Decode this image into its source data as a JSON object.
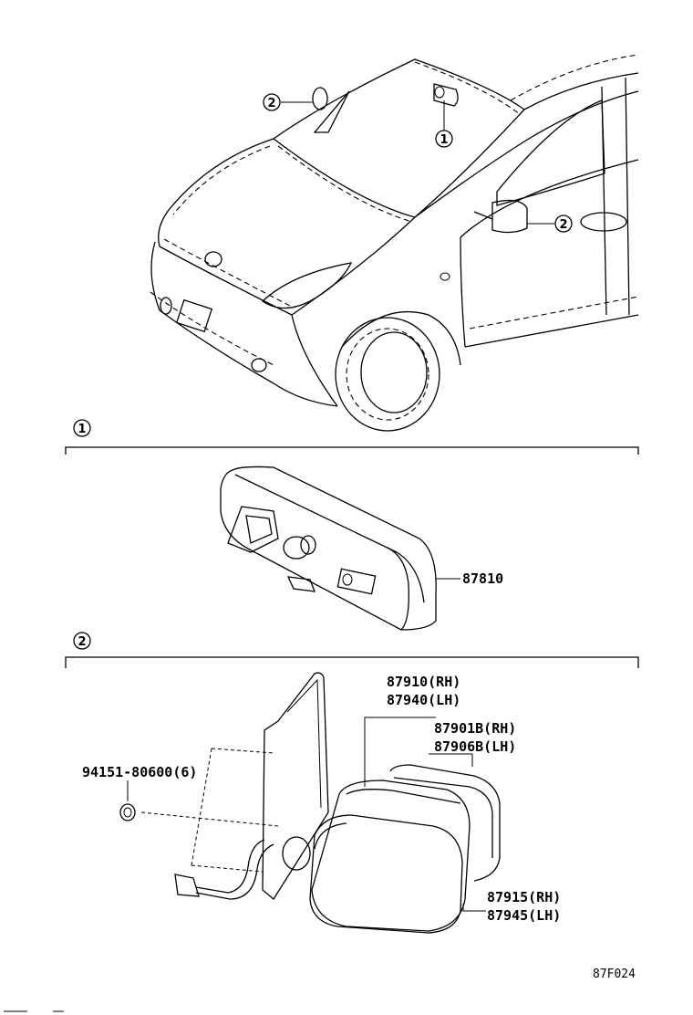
{
  "callouts": {
    "c1": "1",
    "c2": "2"
  },
  "parts": {
    "inner_mirror": "87810",
    "outer_mirror_rh": "87910(RH)",
    "outer_mirror_lh": "87940(LH)",
    "mirror_glass_rh": "87901B(RH)",
    "mirror_glass_lh": "87906B(LH)",
    "cover_rh": "87915(RH)",
    "cover_lh": "87945(LH)",
    "nut": "94151-80600(6)"
  },
  "figure_code": "87F024"
}
